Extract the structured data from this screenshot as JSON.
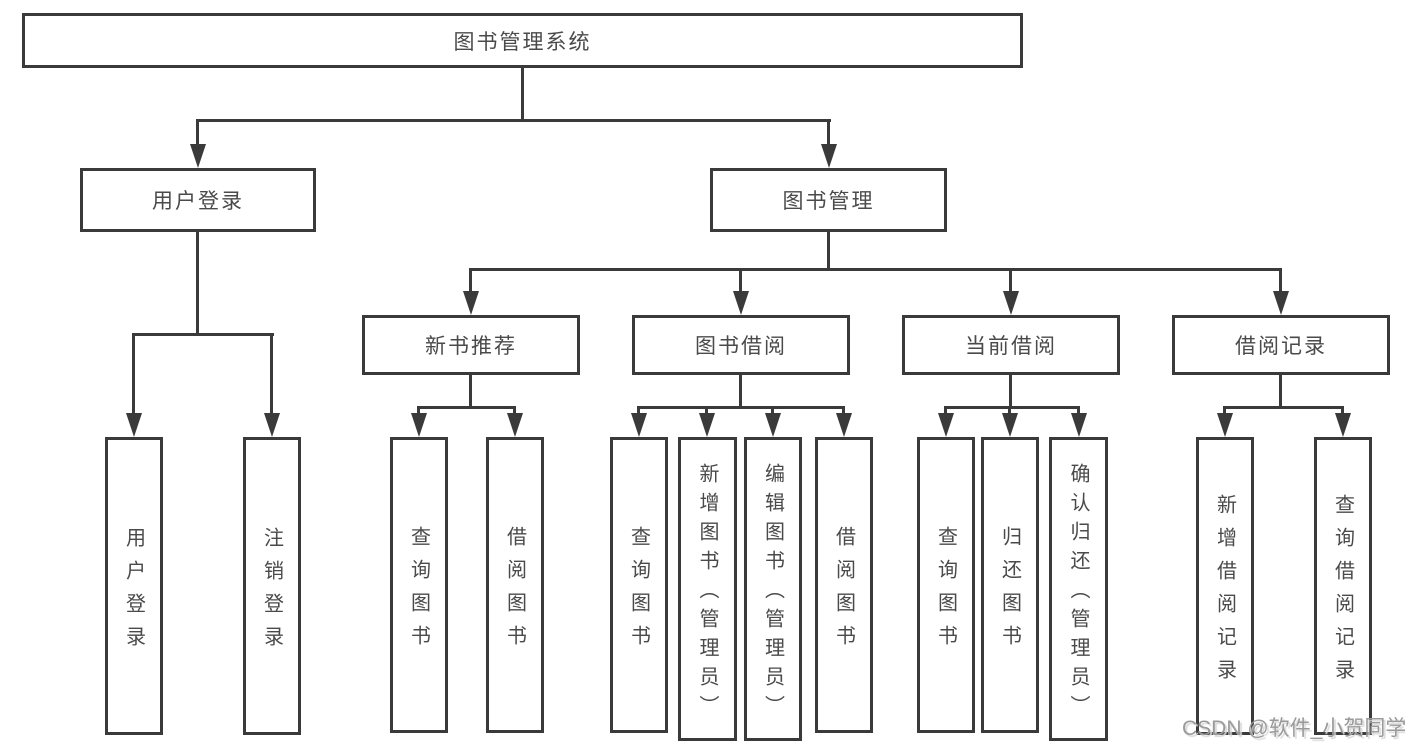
{
  "title": "图书管理系统",
  "colors": {
    "line": "#3a3a3a",
    "text": "#4a4a4a",
    "watermark": "#9a9a9a",
    "background": "#ffffff"
  },
  "tree": {
    "label": "图书管理系统",
    "children": [
      {
        "label": "用户登录",
        "children": [
          {
            "label": "用户登录"
          },
          {
            "label": "注销登录"
          }
        ]
      },
      {
        "label": "图书管理",
        "children": [
          {
            "label": "新书推荐",
            "children": [
              {
                "label": "查询图书"
              },
              {
                "label": "借阅图书"
              }
            ]
          },
          {
            "label": "图书借阅",
            "children": [
              {
                "label": "查询图书"
              },
              {
                "label": "新增图书（管理员）"
              },
              {
                "label": "编辑图书（管理员）"
              },
              {
                "label": "借阅图书"
              }
            ]
          },
          {
            "label": "当前借阅",
            "children": [
              {
                "label": "查询图书"
              },
              {
                "label": "归还图书"
              },
              {
                "label": "确认归还（管理员）"
              }
            ]
          },
          {
            "label": "借阅记录",
            "children": [
              {
                "label": "新增借阅记录"
              },
              {
                "label": "查询借阅记录"
              }
            ]
          }
        ]
      }
    ]
  },
  "watermark": {
    "text": "CSDN @软件_小贺同学"
  }
}
